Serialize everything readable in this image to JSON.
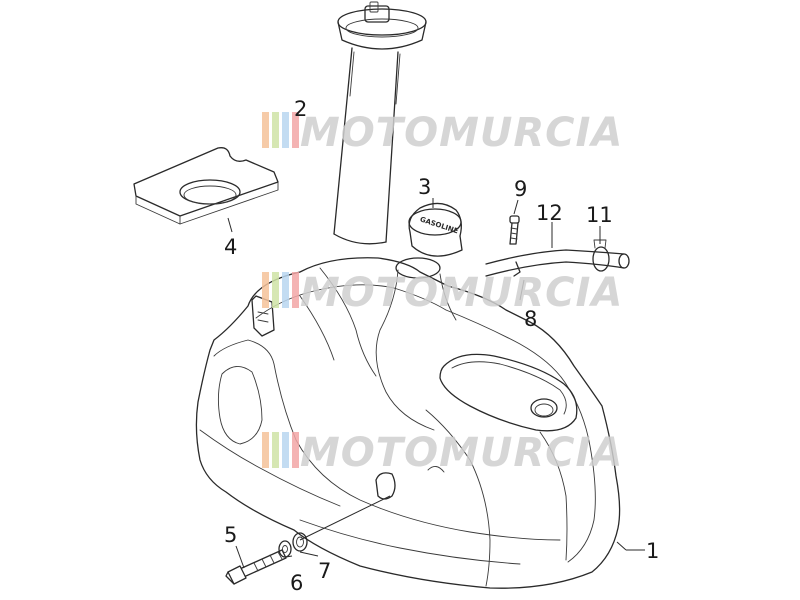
{
  "diagram": {
    "callouts": [
      {
        "id": "1",
        "label": "1"
      },
      {
        "id": "2",
        "label": "2"
      },
      {
        "id": "3",
        "label": "3"
      },
      {
        "id": "4",
        "label": "4"
      },
      {
        "id": "5",
        "label": "5"
      },
      {
        "id": "6",
        "label": "6"
      },
      {
        "id": "7",
        "label": "7"
      },
      {
        "id": "8",
        "label": "8"
      },
      {
        "id": "9",
        "label": "9"
      },
      {
        "id": "11",
        "label": "11"
      },
      {
        "id": "12",
        "label": "12"
      }
    ],
    "cap_text": "GASOLINE",
    "watermark": {
      "text": "MOTOMURCIA",
      "stripe_colors": [
        "#f5c29a",
        "#cfe3a6",
        "#b9d6f0",
        "#f3a6a6"
      ]
    }
  }
}
